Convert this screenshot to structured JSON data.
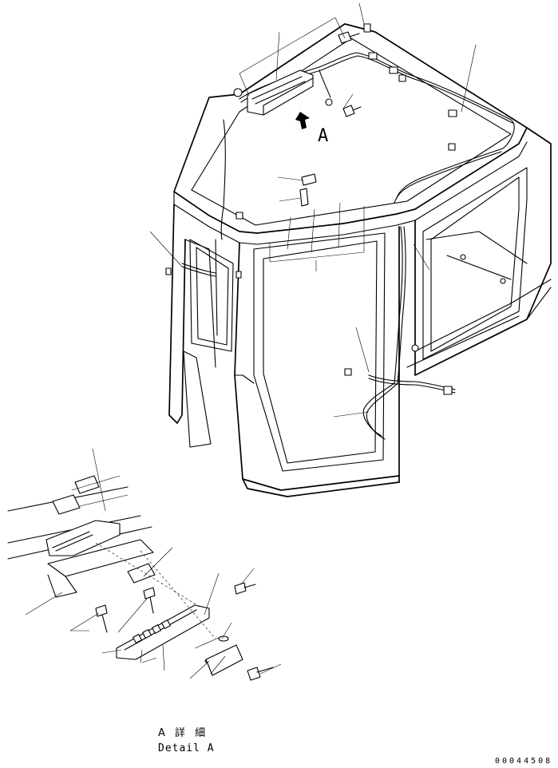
{
  "diagram": {
    "view_marker": "A",
    "detail_title": "A 詳 細",
    "detail_subtitle": "Detail A",
    "document_number": "00044508"
  },
  "colors": {
    "line": "#000000",
    "background": "#ffffff"
  },
  "icons": {
    "view_arrow": "bold-arrow-icon"
  }
}
